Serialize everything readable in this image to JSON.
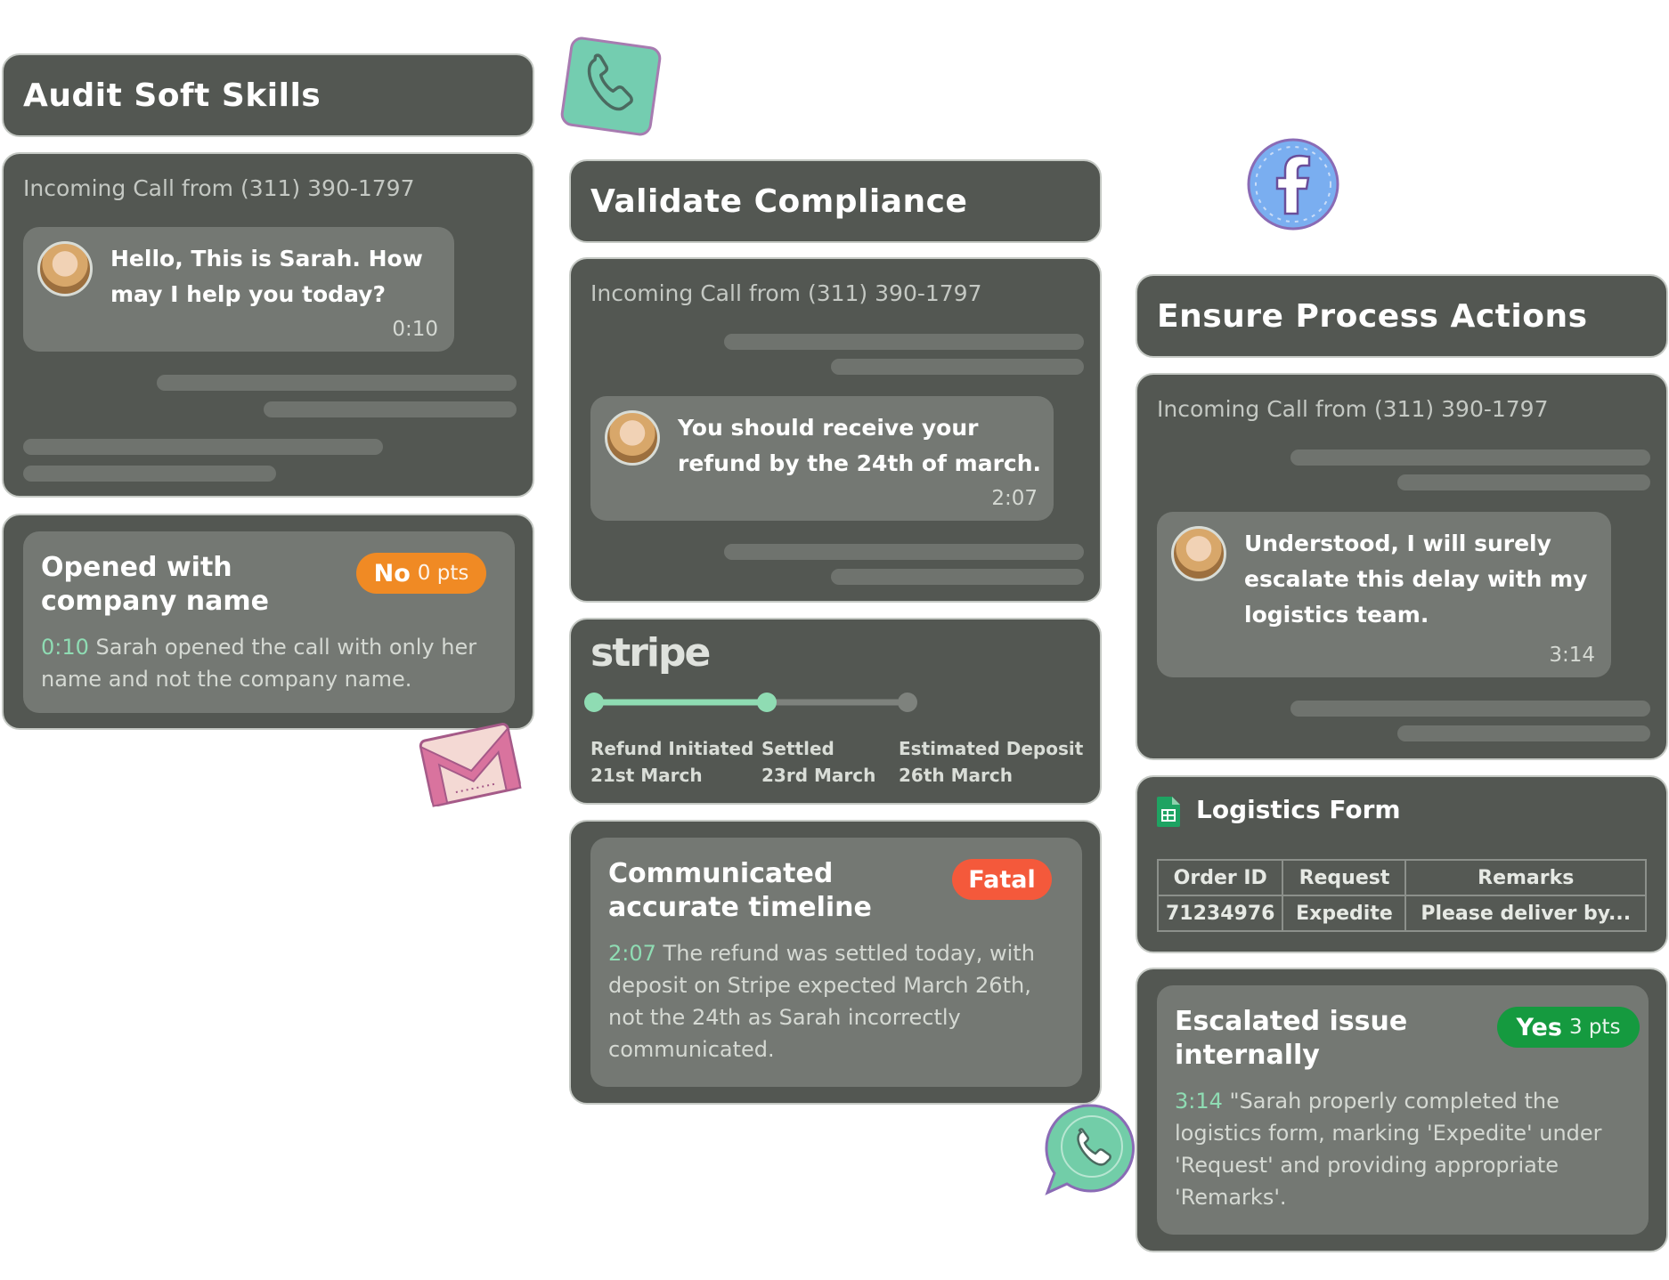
{
  "colors": {
    "panel_bg": "#535752",
    "bubble_bg": "#747873",
    "accent_green": "#8fdcb3",
    "badge_no": "#f08a24",
    "badge_fatal": "#f4593b",
    "badge_yes": "#159a3f"
  },
  "audit": {
    "title": "Audit Soft Skills",
    "call_header": "Incoming Call from (311) 390-1797",
    "bubble_text_line1": "Hello, This is Sarah. How",
    "bubble_text_line2": "may I help you today?",
    "bubble_time": "0:10",
    "card_title_line1": "Opened with",
    "card_title_line2": "company name",
    "badge_label": "No",
    "badge_pts": "0 pts",
    "card_ts": "0:10",
    "card_desc_line1": " Sarah opened the call with only her",
    "card_desc_line2": "name and not the company name."
  },
  "validate": {
    "title": "Validate Compliance",
    "call_header": "Incoming Call from (311) 390-1797",
    "bubble_text_line1": "You should receive your",
    "bubble_text_line2": "refund by the 24th of march.",
    "bubble_time": "2:07",
    "stripe_logo": "stripe",
    "steps": [
      {
        "label": "Refund Initiated",
        "date": "21st March"
      },
      {
        "label": "Settled",
        "date": "23rd March"
      },
      {
        "label": "Estimated Deposit",
        "date": "26th March"
      }
    ],
    "progress_completed_steps": 2,
    "card_title_line1": "Communicated",
    "card_title_line2": "accurate timeline",
    "badge_label": "Fatal",
    "card_ts": "2:07",
    "card_desc_line1": " The refund was settled today, with",
    "card_desc_line2": "deposit on Stripe expected March 26th,",
    "card_desc_line3": "not the 24th as Sarah incorrectly",
    "card_desc_line4": "communicated."
  },
  "ensure": {
    "title": "Ensure Process Actions",
    "call_header": "Incoming Call from (311) 390-1797",
    "bubble_text_line1": "Understood, I will surely",
    "bubble_text_line2": "escalate this delay with my",
    "bubble_text_line3": "logistics team.",
    "bubble_time": "3:14",
    "form_title": "Logistics Form",
    "form_headers": [
      "Order ID",
      "Request",
      "Remarks"
    ],
    "form_row": [
      "71234976",
      "Expedite",
      "Please deliver by..."
    ],
    "card_title_line1": "Escalated issue",
    "card_title_line2": "internally",
    "badge_label": "Yes",
    "badge_pts": "3 pts",
    "card_ts": "3:14",
    "card_desc_line1": " \"Sarah properly completed the",
    "card_desc_line2": "logistics form, marking 'Expedite' under",
    "card_desc_line3": "'Request' and providing appropriate",
    "card_desc_line4": "'Remarks'."
  },
  "icons": [
    "phone-icon",
    "facebook-icon",
    "gmail-icon",
    "whatsapp-icon",
    "google-sheets-icon"
  ]
}
